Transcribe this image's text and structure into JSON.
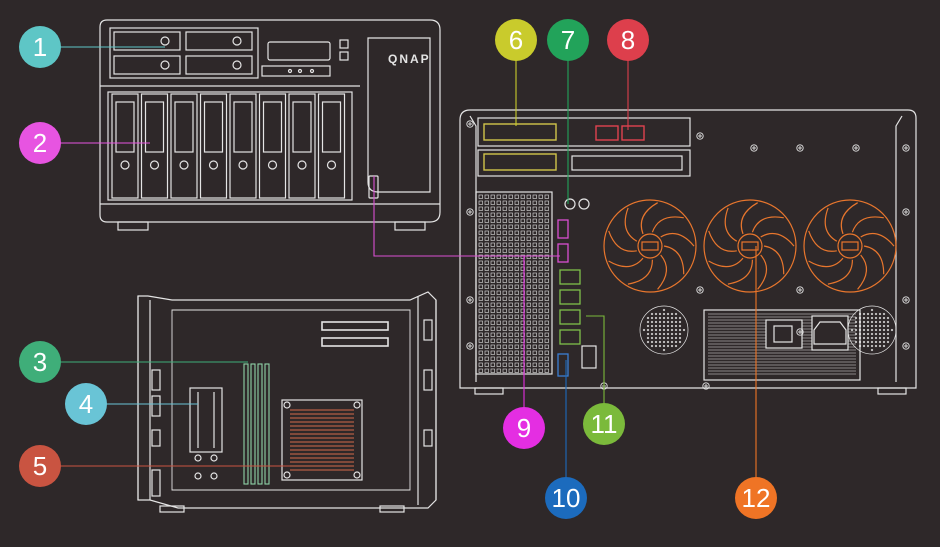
{
  "brand": "QNAP",
  "colors": {
    "background": "#2e2829",
    "line": "#e4e4e4",
    "fan_orange": "#e8762d",
    "port_highlight": "#d94fd2",
    "lan_green": "#7ec04a",
    "pcie_yellow": "#d2c54a",
    "lan_red": "#e0424f"
  },
  "callouts": [
    {
      "label": "1",
      "color": "#5ec6c6"
    },
    {
      "label": "2",
      "color": "#e754e1"
    },
    {
      "label": "3",
      "color": "#3fae79"
    },
    {
      "label": "4",
      "color": "#69c4d6"
    },
    {
      "label": "5",
      "color": "#c95441"
    },
    {
      "label": "6",
      "color": "#c9cb2c"
    },
    {
      "label": "7",
      "color": "#22a35a"
    },
    {
      "label": "8",
      "color": "#dd3f4c"
    },
    {
      "label": "9",
      "color": "#e42ee2"
    },
    {
      "label": "10",
      "color": "#1c6bbd"
    },
    {
      "label": "11",
      "color": "#7bba3b"
    },
    {
      "label": "12",
      "color": "#ef7425"
    }
  ],
  "icons": [
    "drive-bay-icon",
    "fan-icon",
    "usb-port-icon",
    "lan-port-icon",
    "power-socket-icon",
    "power-switch-icon"
  ]
}
